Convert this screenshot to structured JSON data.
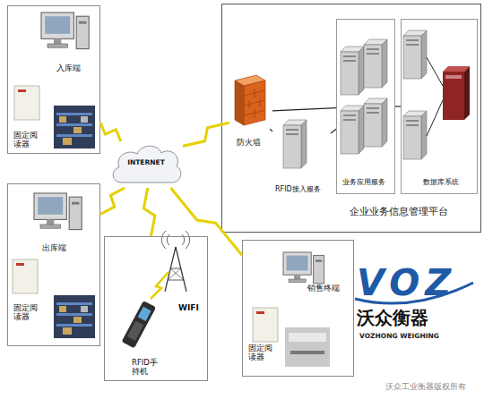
{
  "diagram": {
    "nodes": [
      {
        "text": [
          "入库端",
          "固定阅读器"
        ]
      },
      {
        "text": [
          "企业业务信息管理平台"
        ]
      },
      {
        "text": [
          "防火墙"
        ],
        "in": 1
      },
      {
        "text": [
          "RFID接入服务"
        ],
        "in": 1
      },
      {
        "text": [
          "业务应用服务"
        ],
        "in": 1
      },
      {
        "text": [
          "数据库系统"
        ],
        "in": 1
      },
      {
        "text": [
          "INTERNET"
        ]
      },
      {
        "text": [
          "出库端",
          "固定阅读器"
        ]
      },
      {
        "text": [
          "WIFI",
          "RFID手持机"
        ]
      },
      {
        "text": [
          "销售终端",
          "固定阅读器"
        ]
      }
    ],
    "edges": [
      {
        "from": 0,
        "to": 6,
        "arrow": "none"
      },
      {
        "from": 7,
        "to": 6,
        "arrow": "none"
      },
      {
        "from": 8,
        "to": 6,
        "arrow": "none"
      },
      {
        "from": 9,
        "to": 6,
        "arrow": "none"
      },
      {
        "from": 6,
        "to": 2,
        "arrow": "none"
      },
      {
        "from": 2,
        "to": 3,
        "arrow": "none"
      },
      {
        "from": 2,
        "to": 4,
        "arrow": "none"
      },
      {
        "from": 3,
        "to": 4,
        "arrow": "none"
      },
      {
        "from": 4,
        "to": 5,
        "arrow": "none"
      }
    ],
    "labels": [
      "VOZ",
      "沃众衡器",
      "VOZHONG WEIGHING",
      "沃众工业衡器版权所有"
    ]
  }
}
